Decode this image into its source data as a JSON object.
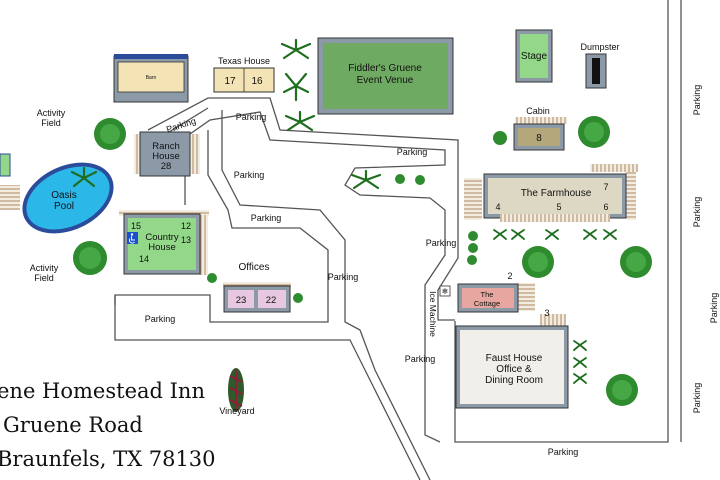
{
  "map": {
    "title_lines": [
      "ene Homestead Inn",
      "Gruene Road",
      "Braunfels, TX 78130"
    ],
    "buildings": {
      "texas_house": {
        "label": "Texas House",
        "rooms": [
          "17",
          "16"
        ]
      },
      "event_venue": {
        "label_lines": [
          "Fiddler's Gruene",
          "Event Venue"
        ]
      },
      "stage": {
        "label": "Stage"
      },
      "dumpster": {
        "label": "Dumpster"
      },
      "cabin": {
        "label": "Cabin",
        "room": "8"
      },
      "ranch_house": {
        "label_lines": [
          "Ranch",
          "House",
          "28"
        ]
      },
      "farmhouse": {
        "label": "The Farmhouse",
        "rooms": [
          "7",
          "4",
          "5",
          "6"
        ]
      },
      "country_house": {
        "label_lines": [
          "Country",
          "House"
        ],
        "rooms": [
          "15",
          "12",
          "13",
          "14"
        ]
      },
      "offices": {
        "label": "Offices",
        "rooms": [
          "23",
          "22"
        ]
      },
      "cottage": {
        "label_lines": [
          "The",
          "Cottage"
        ],
        "number": "2"
      },
      "faust_house": {
        "label_lines": [
          "Faust House",
          "Office &",
          "Dining Room"
        ],
        "number": "3"
      },
      "barn_sign": {
        "label": "Barn"
      }
    },
    "areas": {
      "oasis_pool": {
        "label_lines": [
          "Oasis",
          "Pool"
        ]
      },
      "activity_field_top": {
        "label_lines": [
          "Activity",
          "Field"
        ]
      },
      "activity_field_bottom": {
        "label_lines": [
          "Activity",
          "Field"
        ]
      },
      "vineyard": {
        "label": "Vineyard"
      },
      "ice_machine": {
        "label": "Ice Machine"
      }
    },
    "parking_label": "Parking",
    "colors": {
      "building_gray": "#8c9aa8",
      "green_fill": "#93d889",
      "venue_green": "#6faa62",
      "pool_blue": "#2bb8e8",
      "farmhouse_fill": "#ddd8c4",
      "cottage_fill": "#e8a6a0",
      "offices_fill": "#e8c8e0",
      "texas_fill": "#f3e3b5",
      "road": "#555555",
      "tree": "#2e8b2e",
      "deck": "#b89a78",
      "accessible_blue": "#1a4fd0"
    }
  }
}
